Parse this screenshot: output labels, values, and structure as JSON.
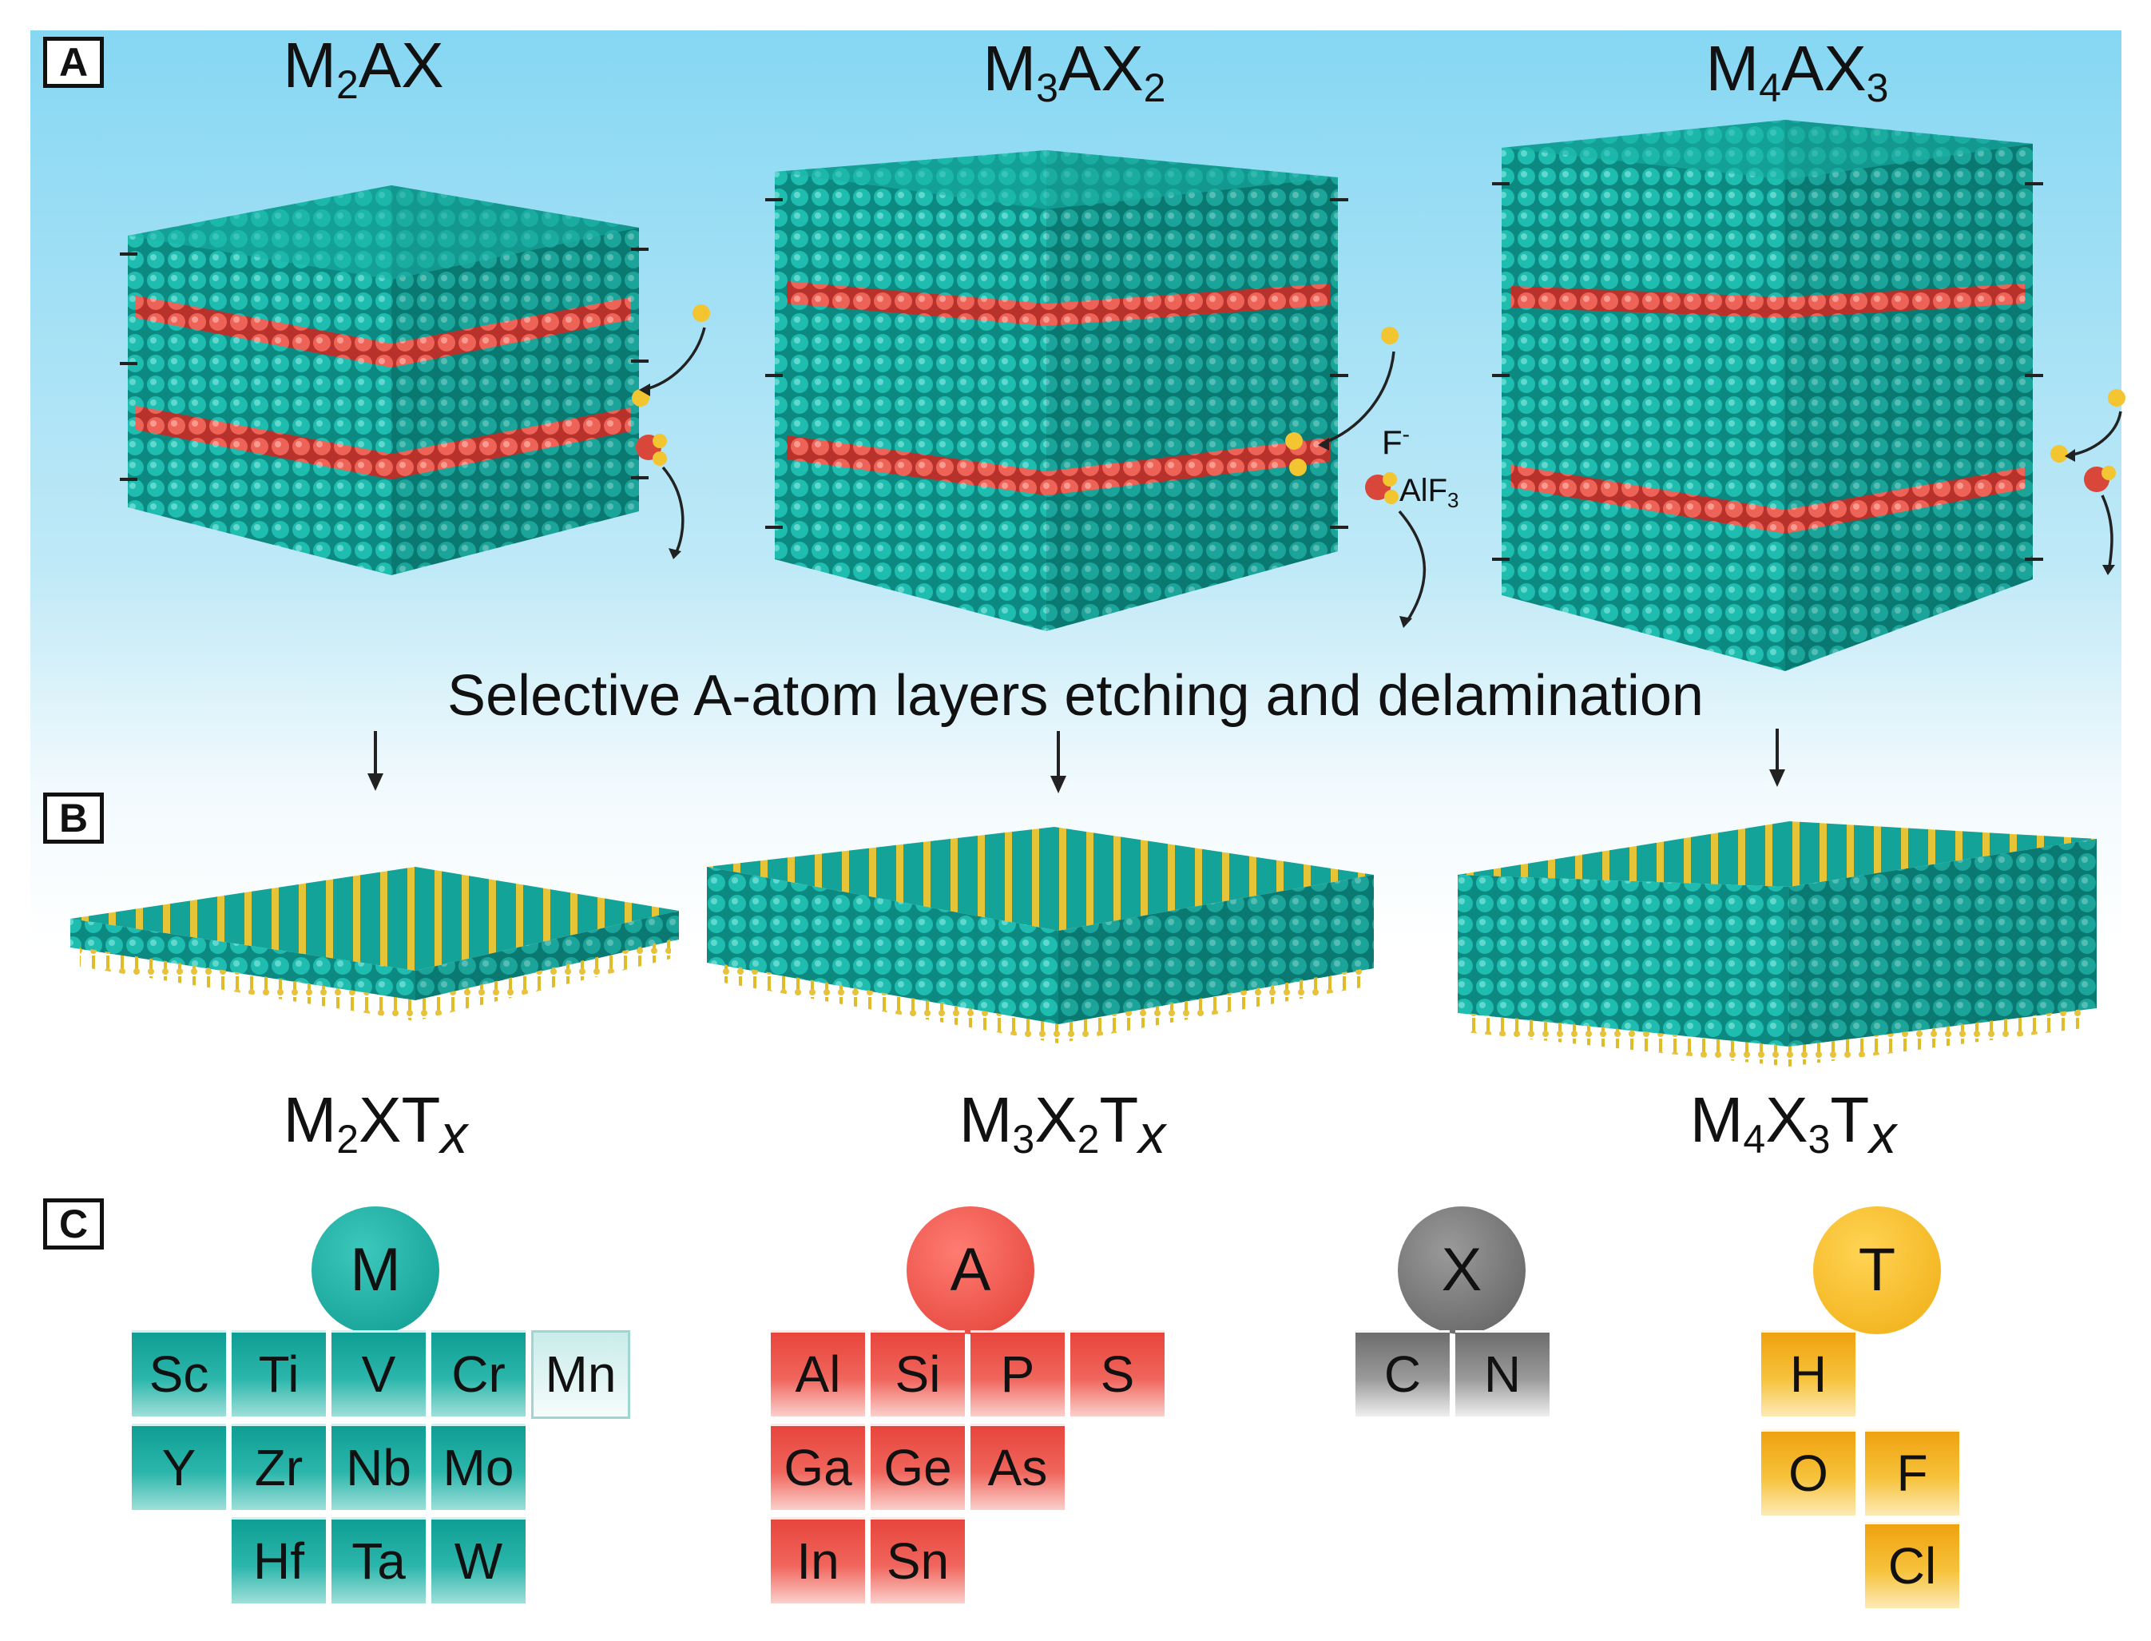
{
  "panels": {
    "a": {
      "label": "A"
    },
    "b": {
      "label": "B"
    },
    "c": {
      "label": "C"
    }
  },
  "max_phases": [
    {
      "m": "M",
      "m_sub": "2",
      "a": "A",
      "x": "X",
      "x_sub": ""
    },
    {
      "m": "M",
      "m_sub": "3",
      "a": "A",
      "x": "X",
      "x_sub": "2"
    },
    {
      "m": "M",
      "m_sub": "4",
      "a": "A",
      "x": "X",
      "x_sub": "3"
    }
  ],
  "mxenes": [
    {
      "m": "M",
      "m_sub": "2",
      "x": "X",
      "x_sub": "",
      "t": "T",
      "t_sub": "x"
    },
    {
      "m": "M",
      "m_sub": "3",
      "x": "X",
      "x_sub": "2",
      "t": "T",
      "t_sub": "x"
    },
    {
      "m": "M",
      "m_sub": "4",
      "x": "X",
      "x_sub": "3",
      "t": "T",
      "t_sub": "x"
    }
  ],
  "annotations": {
    "fluoride": "F",
    "fluoride_charge": "-",
    "alf3": "AlF",
    "alf3_sub": "3"
  },
  "caption": "Selective A-atom layers etching and delamination",
  "groups": {
    "m": {
      "symbol": "M",
      "color": "#14a89d",
      "rows": [
        [
          "Sc",
          "Ti",
          "V",
          "Cr",
          "Mn"
        ],
        [
          "Y",
          "Zr",
          "Nb",
          "Mo"
        ],
        [
          "Hf",
          "Ta",
          "W"
        ]
      ]
    },
    "a": {
      "symbol": "A",
      "color": "#e9473e",
      "rows": [
        [
          "Al",
          "Si",
          "P",
          "S"
        ],
        [
          "Ga",
          "Ge",
          "As"
        ],
        [
          "In",
          "Sn"
        ]
      ]
    },
    "x": {
      "symbol": "X",
      "color": "#6e6e6e",
      "rows": [
        [
          "C",
          "N"
        ]
      ]
    },
    "t": {
      "symbol": "T",
      "color": "#f5b81c",
      "rows": [
        [
          "H"
        ],
        [
          "O",
          "F"
        ],
        [
          "Cl"
        ]
      ]
    }
  },
  "colors": {
    "metal": "#14a89d",
    "a_layer": "#e65a4f",
    "termination": "#e8c23a",
    "carbon": "#2b2b2b"
  }
}
